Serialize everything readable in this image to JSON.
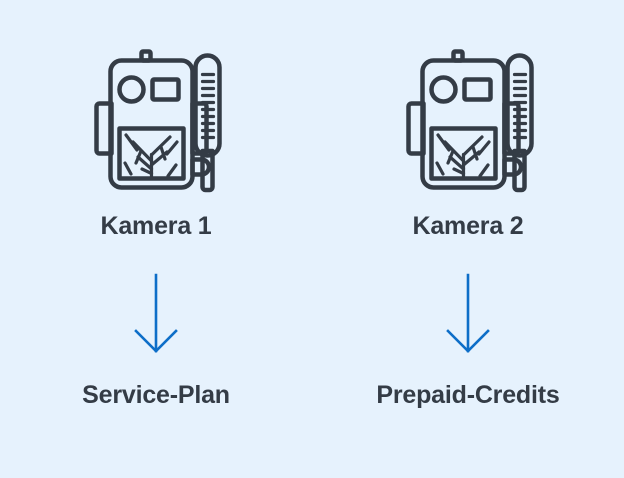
{
  "canvas": {
    "background_color": "#e6f2fd",
    "icon_stroke_color": "#343c46",
    "arrow_color": "#0d6ec8",
    "label_color": "#343c46"
  },
  "columns": [
    {
      "icon_name": "trail-camera-thermometer-icon",
      "label": "Kamera 1",
      "arrow_name": "down-arrow-icon",
      "target_label": "Service-Plan"
    },
    {
      "icon_name": "trail-camera-thermometer-icon",
      "label": "Kamera 2",
      "arrow_name": "down-arrow-icon",
      "target_label": "Prepaid-Credits"
    }
  ]
}
